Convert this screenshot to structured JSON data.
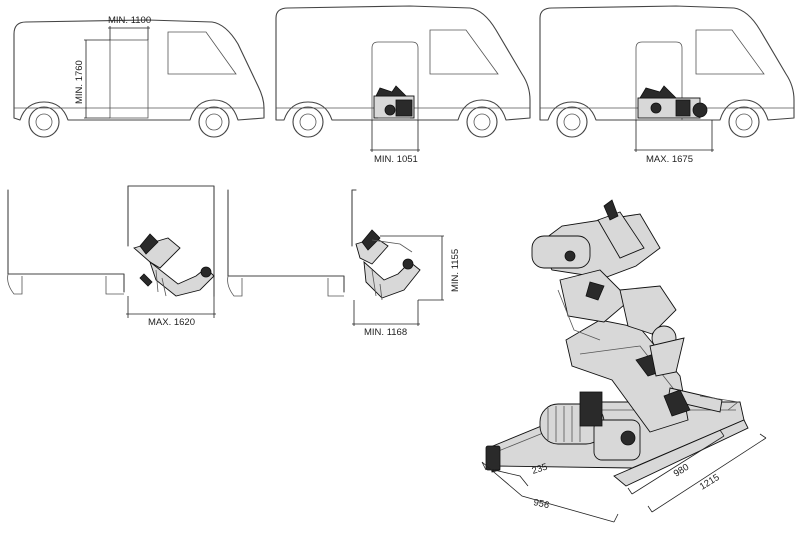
{
  "van_views": [
    {
      "id": "van-1",
      "dims": [
        "MIN. 1100",
        "MIN. 1760"
      ]
    },
    {
      "id": "van-2",
      "dims": [
        "MIN. 1051"
      ]
    },
    {
      "id": "van-3",
      "dims": [
        "MAX. 1675"
      ]
    }
  ],
  "side_views": [
    {
      "id": "side-1",
      "dims": [
        "MAX. 1620"
      ]
    },
    {
      "id": "side-2",
      "dims": [
        "MIN. 1168",
        "MIN. 1155"
      ]
    }
  ],
  "machine_view": {
    "dims": [
      "235",
      "956",
      "980",
      "1215"
    ]
  }
}
